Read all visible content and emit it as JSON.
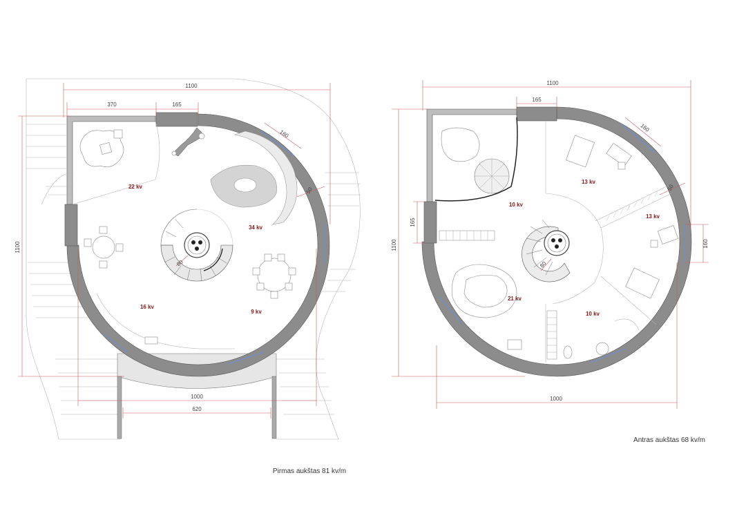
{
  "plans": [
    {
      "id": "ground",
      "caption": "Pirmas aukštas 81 kv/m",
      "dims": {
        "top_total": "1100",
        "top_left": "370",
        "top_door": "165",
        "window_ne": "160",
        "wall_e": "50",
        "left_height": "1100",
        "bottom_total": "1000",
        "bottom_inner": "620",
        "stair": "80"
      },
      "areas": [
        "22 kv",
        "34 kv",
        "16 kv",
        "9 kv"
      ]
    },
    {
      "id": "upper",
      "caption": "Antras aukštas 68 kv/m",
      "dims": {
        "top_total": "1100",
        "top_door": "165",
        "window_ne": "160",
        "wall_e": "50",
        "left_height": "1100",
        "left_inner": "165",
        "right_window": "160",
        "bottom_total": "1000",
        "stair": "80"
      },
      "areas": [
        "13 kv",
        "10 kv",
        "13 kv",
        "21 kv",
        "10 kv"
      ]
    }
  ]
}
